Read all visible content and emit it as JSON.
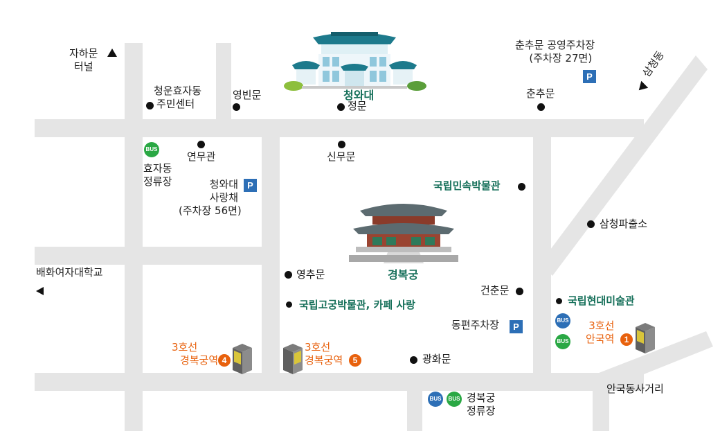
{
  "colors": {
    "road": "#e5e5e5",
    "label_green": "#16705a",
    "label_orange": "#e8610d",
    "parking_blue": "#2d6fb6",
    "bus_green": "#2aa844",
    "bus_blue": "#2d6fb6",
    "dot": "#111111"
  },
  "icons": {
    "parking": "P",
    "bus": "BUS"
  },
  "directions": {
    "jahamun_tunnel": [
      "자하문",
      "터널"
    ],
    "samcheongdong": "삼청동",
    "ewha_school": "배화여자대학교"
  },
  "landmarks": {
    "cheongwadae": "청와대",
    "gyeongbokgung": "경복궁"
  },
  "places": {
    "hyoja_center": [
      "청운효자동",
      "주민센터"
    ],
    "yeongbinmun": "영빈문",
    "jeongmun": "정문",
    "chunchumun": "춘추문",
    "chunchumun_parking": [
      "춘추문 공영주차장",
      "(주차장 27면)"
    ],
    "yeonmugwan": "연무관",
    "hyoja_busstop": [
      "효자동",
      "정류장"
    ],
    "sarangchae": [
      "청와대",
      "사랑채",
      "(주차장 56면)"
    ],
    "sinmumun": "신무문",
    "folk_museum": "국립민속박물관",
    "samcheong_police": "삼청파출소",
    "yeongchumun": "영추문",
    "palace_museum": "국립고궁박물관, 카페 사랑",
    "geonchunmun": "건춘문",
    "mmca": "국립현대미술관",
    "east_parking": "동편주차장",
    "gwanghwamun": "광화문",
    "gyeongbok_busstop": [
      "경복궁",
      "정류장"
    ],
    "anguk_intersection": "안국동사거리"
  },
  "stations": {
    "exit4": {
      "line": "3호선",
      "name": "경복궁역",
      "exit": "4"
    },
    "exit5": {
      "line": "3호선",
      "name": "경복궁역",
      "exit": "5"
    },
    "anguk1": {
      "line": "3호선",
      "name": "안국역",
      "exit": "1"
    }
  }
}
